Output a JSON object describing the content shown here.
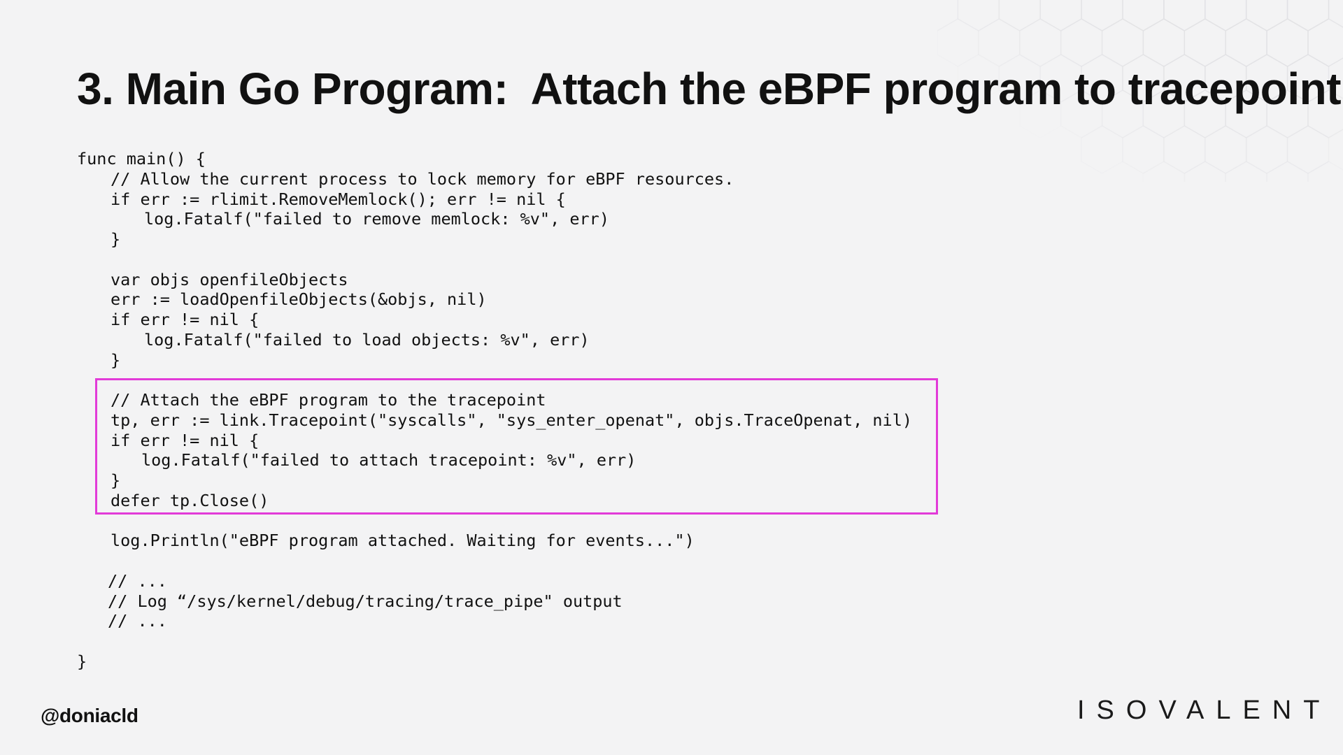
{
  "slide": {
    "title": "3. Main Go Program:  Attach the eBPF program to tracepoint",
    "handle": "@doniacld",
    "brand": "ISOVALENT",
    "highlight_color": "#e23ad8",
    "background_color": "#f3f3f4"
  },
  "code": {
    "lines": [
      "func main() {",
      "// Allow the current process to lock memory for eBPF resources.",
      "if err := rlimit.RemoveMemlock(); err != nil {",
      "log.Fatalf(\"failed to remove memlock: %v\", err)",
      "}",
      "",
      "var objs openfileObjects",
      "err := loadOpenfileObjects(&objs, nil)",
      "if err != nil {",
      "log.Fatalf(\"failed to load objects: %v\", err)",
      "}",
      "",
      "// Attach the eBPF program to the tracepoint",
      "tp, err := link.Tracepoint(\"syscalls\", \"sys_enter_openat\", objs.TraceOpenat, nil)",
      "if err != nil {",
      "log.Fatalf(\"failed to attach tracepoint: %v\", err)",
      "}",
      "defer tp.Close()",
      "",
      "log.Println(\"eBPF program attached. Waiting for events...\")",
      "",
      "// ...",
      "// Log “/sys/kernel/debug/tracing/trace_pipe\" output",
      "// ...",
      "",
      "}"
    ]
  }
}
